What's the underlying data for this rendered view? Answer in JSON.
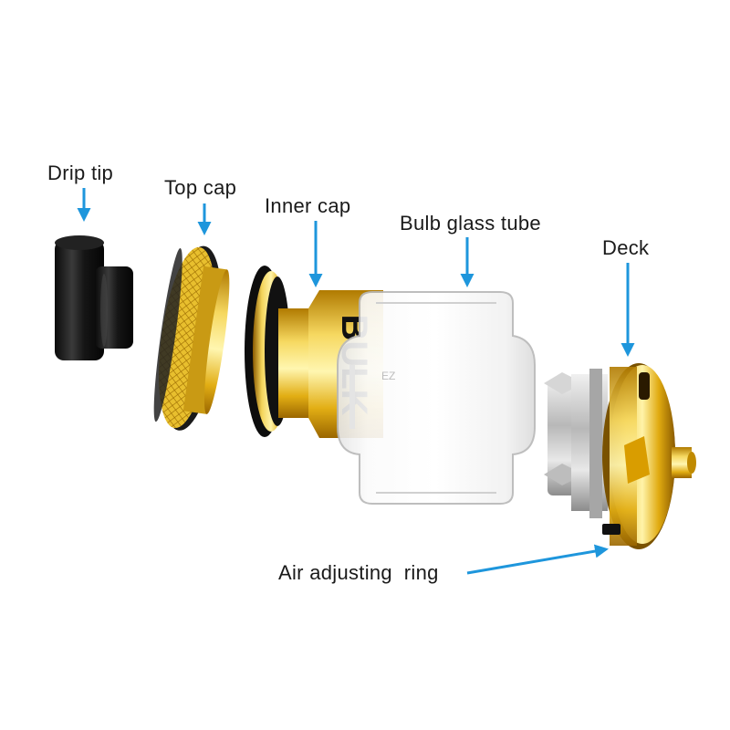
{
  "labels": {
    "drip_tip": "Drip tip",
    "top_cap": "Top cap",
    "inner_cap": "Inner cap",
    "bulb_glass_tube": "Bulb glass tube",
    "deck": "Deck",
    "air_adjusting_ring": "Air adjusting  ring"
  },
  "product": {
    "brand_mark": "BULK",
    "glass_mark": "EZ"
  },
  "colors": {
    "arrow": "#1e96dc",
    "gold": "#e0b21c",
    "black": "#141414",
    "steel": "#c8c8c8"
  }
}
